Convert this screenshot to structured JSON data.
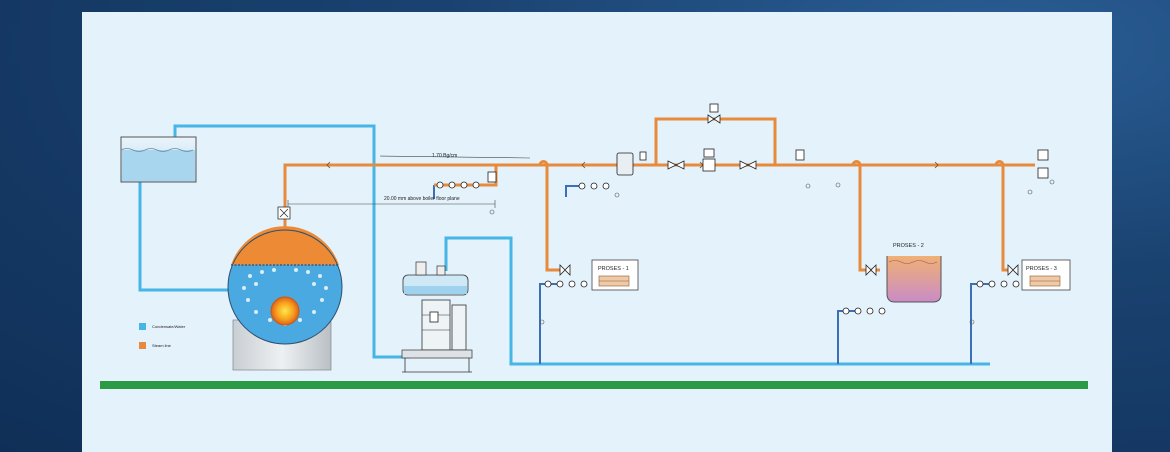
{
  "annotations": {
    "pressure": "1.70 Bg/cm",
    "elevation": "20.00 mm above boiler floor plane"
  },
  "process_units": {
    "p1": "PROSES - 1",
    "p2": "PROSES - 2",
    "p3": "PROSES - 3"
  },
  "legend": {
    "water": {
      "label": "Condensate/Water",
      "color": "#46b6e6"
    },
    "steam": {
      "label": "Steam line",
      "color": "#e88a3c"
    }
  }
}
